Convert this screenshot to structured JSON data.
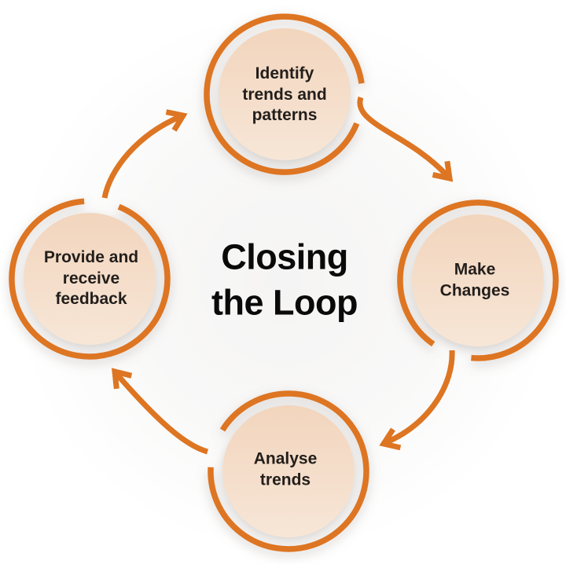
{
  "diagram": {
    "title": "Closing\nthe Loop",
    "direction": "clockwise",
    "nodes": [
      {
        "id": "identify-trends",
        "position": "top",
        "label": "Identify\ntrends and\npatterns"
      },
      {
        "id": "make-changes",
        "position": "right",
        "label": "Make\nChanges"
      },
      {
        "id": "analyse-trends",
        "position": "bottom",
        "label": "Analyse\ntrends"
      },
      {
        "id": "provide-feedback",
        "position": "left",
        "label": "Provide and\nreceive\nfeedback"
      }
    ],
    "arrows": [
      {
        "from": "identify-trends",
        "to": "make-changes"
      },
      {
        "from": "make-changes",
        "to": "analyse-trends"
      },
      {
        "from": "analyse-trends",
        "to": "provide-feedback"
      },
      {
        "from": "provide-feedback",
        "to": "identify-trends"
      }
    ],
    "colors": {
      "accent_orange": "#dd7522",
      "node_fill_top": "#f2d5bd",
      "node_fill_bottom": "#f7e6d7",
      "label_text": "#221e1b",
      "title_text": "#0a0a0a"
    }
  }
}
